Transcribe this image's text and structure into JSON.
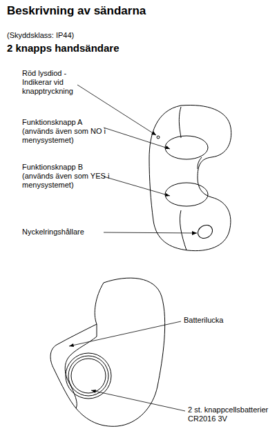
{
  "diagram": {
    "title": "Beskrivning av sändarna",
    "labels": [
      "(Skyddsklass: IP44)",
      "2 knapps handsändare",
      "Röd lysdiod - Indikerar vid knapptryckning",
      "Funktionsknapp A (används även som NO i menysystemet)",
      "Funktionsknapp B (används även som YES i menysystemet)",
      "Nyckelringshållare",
      "Batterilucka",
      "2 st. knappcellsbatterier CR2016 3V"
    ]
  }
}
